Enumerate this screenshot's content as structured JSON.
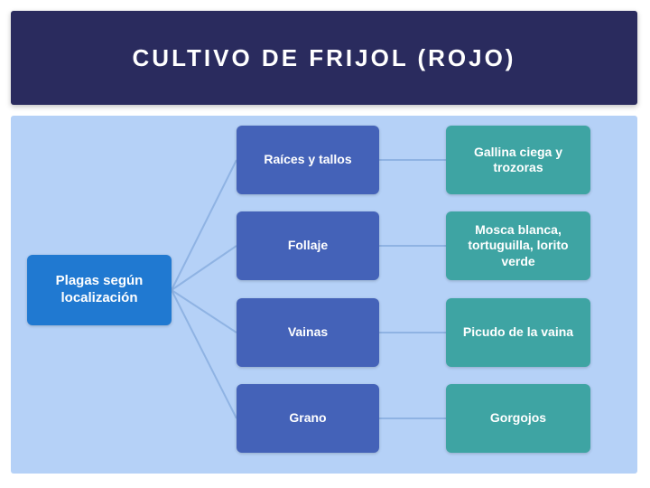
{
  "title": "CULTIVO DE FRIJOL (ROJO)",
  "root": "Plagas según localización",
  "branches": [
    {
      "category": "Raíces y tallos",
      "pests": "Gallina ciega y trozoras"
    },
    {
      "category": "Follaje",
      "pests": "Mosca blanca, tortuguilla, lorito verde"
    },
    {
      "category": "Vainas",
      "pests": "Picudo de la vaina"
    },
    {
      "category": "Grano",
      "pests": "Gorgojos"
    }
  ],
  "colors": {
    "title_bg": "#2a2b5e",
    "panel_bg": "#b5d1f7",
    "root_bg": "#2079d1",
    "category_bg": "#4462b8",
    "pest_bg": "#3ea4a3"
  }
}
